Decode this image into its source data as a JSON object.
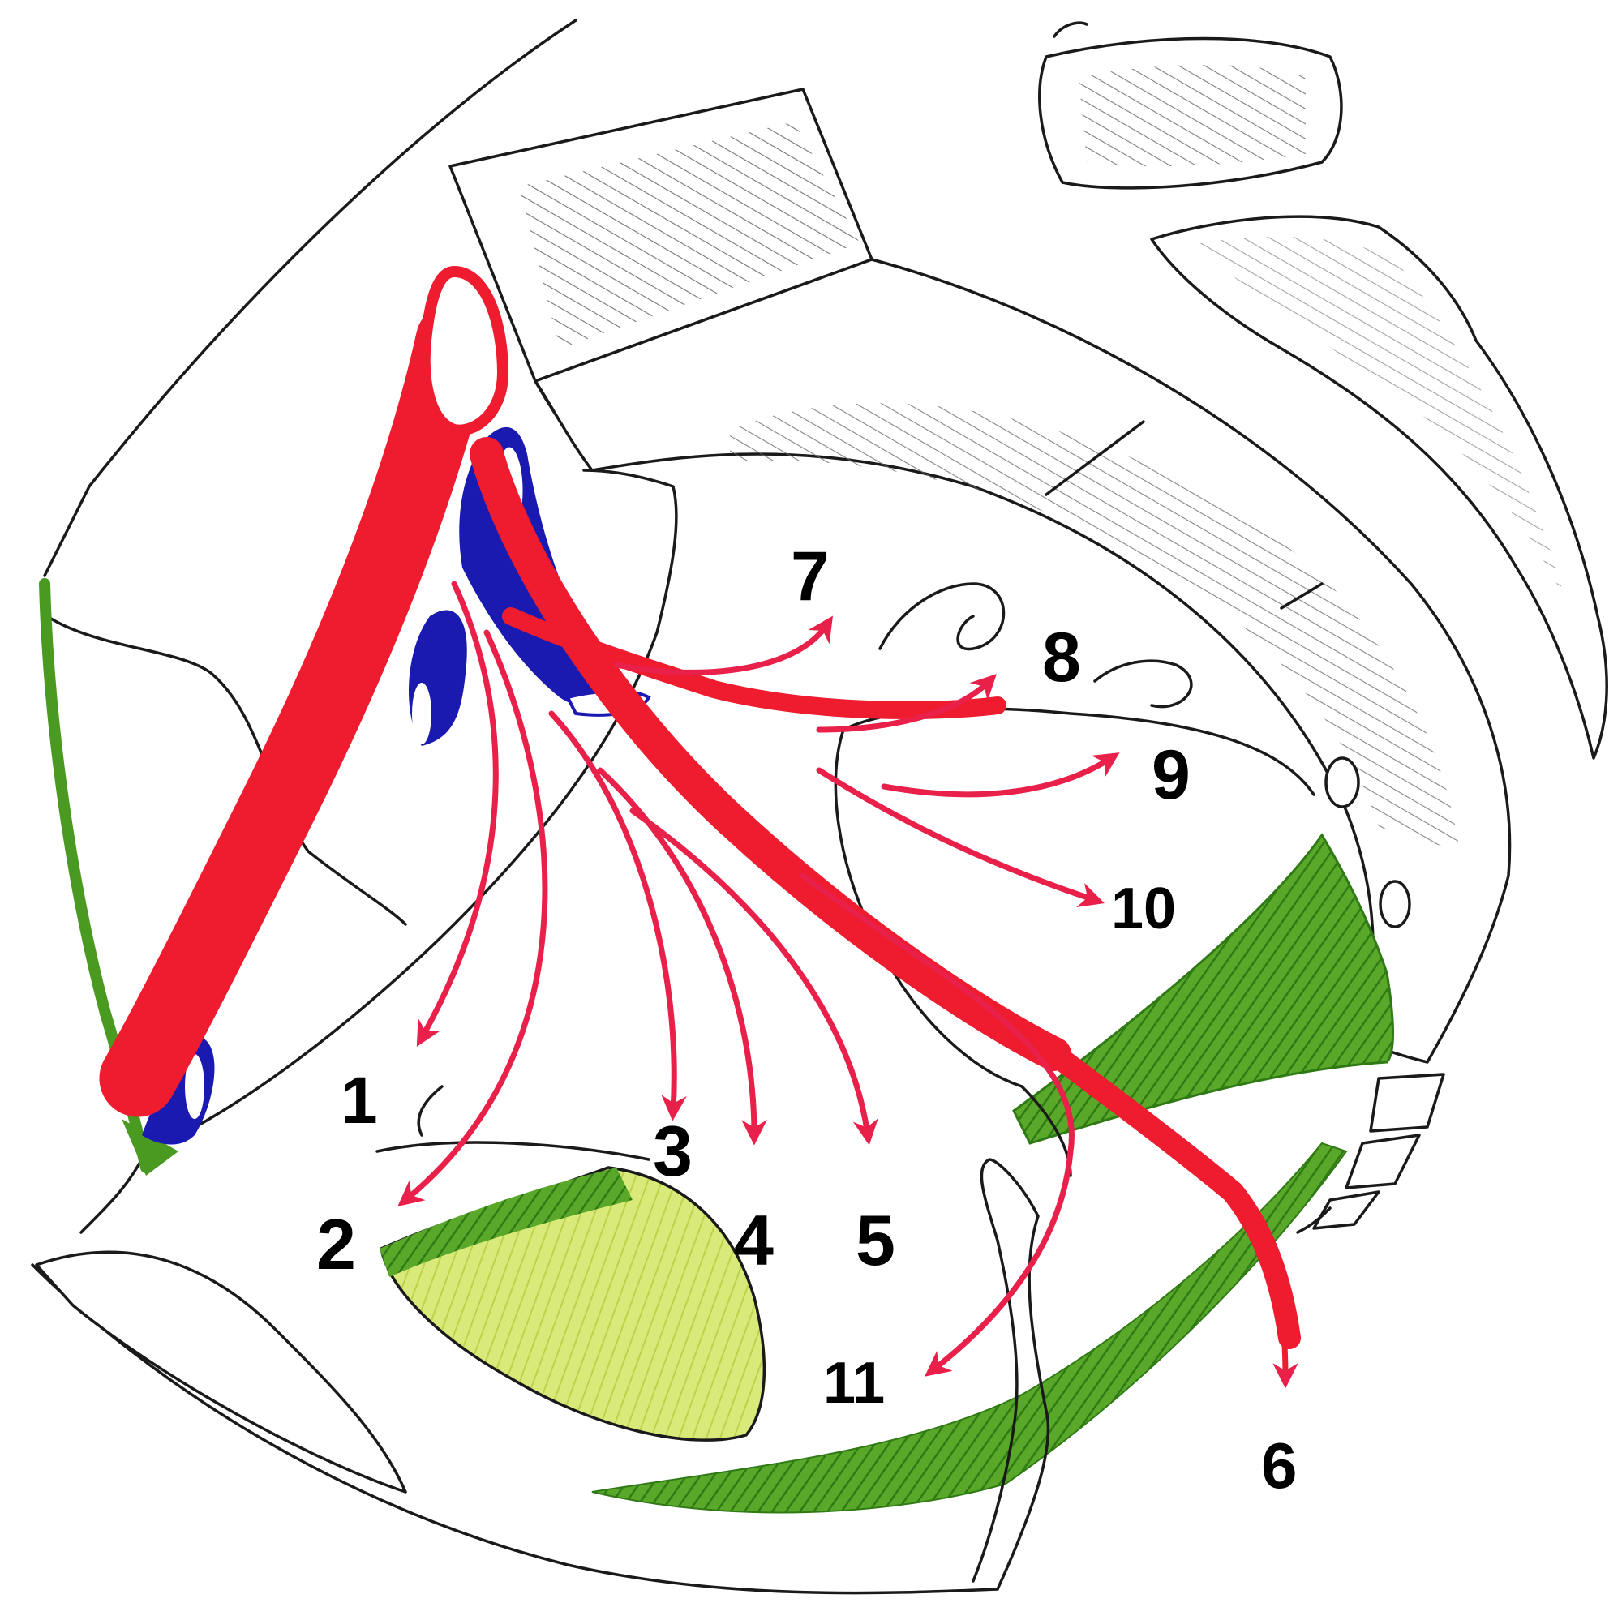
{
  "colors": {
    "artery": "#ee1c2e",
    "branch": "#e8204a",
    "vein": "#1a1ab0",
    "muscle": "#4a9a22",
    "muscle_light": "#cfe36a",
    "outline": "#1a1a1a"
  },
  "labels": {
    "l1": "1",
    "l2": "2",
    "l3": "3",
    "l4": "4",
    "l5": "5",
    "l6": "6",
    "l7": "7",
    "l8": "8",
    "l9": "9",
    "l10": "10",
    "l11": "11"
  }
}
